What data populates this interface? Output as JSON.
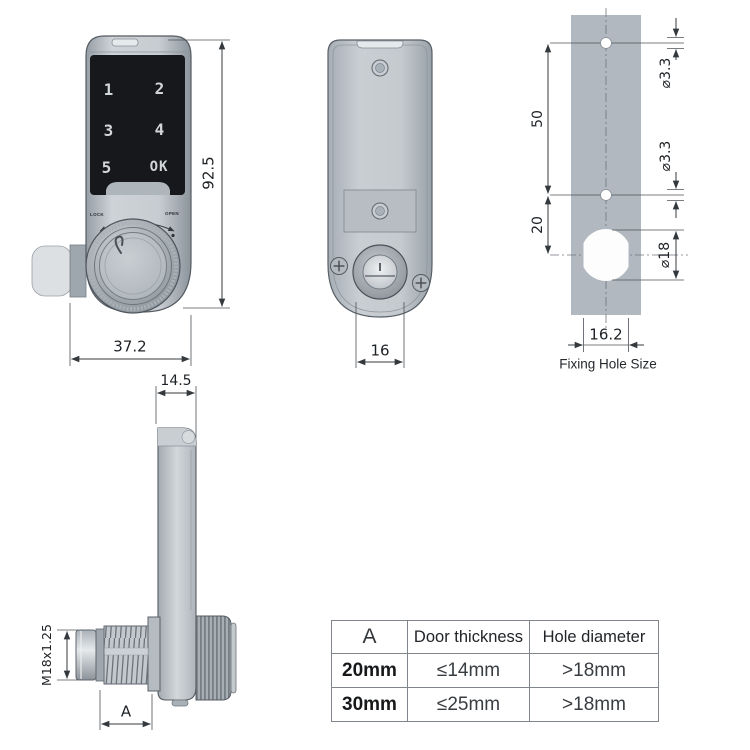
{
  "front_view": {
    "keys": [
      "1",
      "2",
      "3",
      "4",
      "5",
      "OK"
    ],
    "lock_text": "LOCK",
    "open_text": "OPEN",
    "height_dim": "92.5",
    "width_dim": "37.2"
  },
  "back_view": {
    "width_dim": "16"
  },
  "fixing_view": {
    "caption": "Fixing Hole Size",
    "spacing_top_dim": "50",
    "spacing_bottom_dim": "20",
    "hole_top_dim": "⌀3.3",
    "hole_mid_dim": "⌀3.3",
    "hole_large_dim": "⌀18",
    "width_dim": "16.2"
  },
  "side_view": {
    "depth_dim": "14.5",
    "thread_dim": "M18x1.25",
    "length_dim": "A"
  },
  "spec_table": {
    "headers": [
      "A",
      "Door thickness",
      "Hole diameter"
    ],
    "rows": [
      [
        "20mm",
        "≤14mm",
        ">18mm"
      ],
      [
        "30mm",
        "≤25mm",
        ">18mm"
      ]
    ]
  },
  "colors": {
    "body_grey": "#bcc2c8",
    "panel_black": "#17181b",
    "strip_grey": "#b1b8bf",
    "line": "#34393e"
  }
}
